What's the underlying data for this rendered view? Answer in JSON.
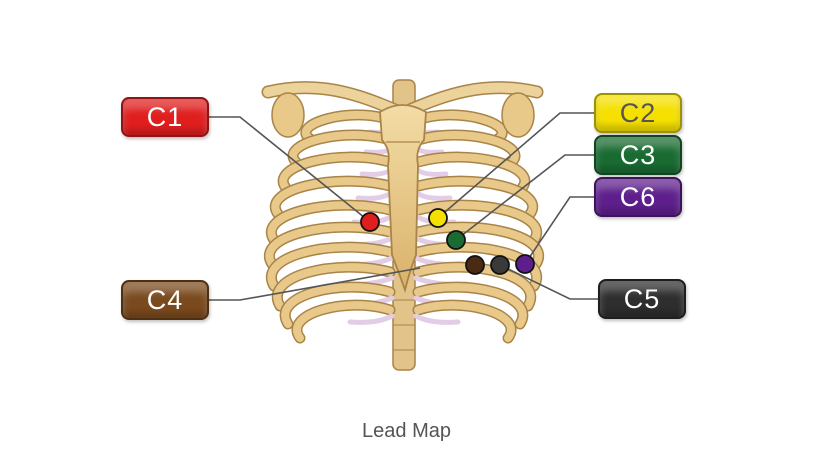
{
  "caption": "Lead Map",
  "leads": [
    {
      "id": "c1",
      "label": "C1",
      "color": "#e01e1e",
      "text_color": "#ffffff"
    },
    {
      "id": "c2",
      "label": "C2",
      "color": "#f5e000",
      "text_color": "#555555"
    },
    {
      "id": "c3",
      "label": "C3",
      "color": "#1a6b32",
      "text_color": "#ffffff"
    },
    {
      "id": "c4",
      "label": "C4",
      "color": "#7a4a1e",
      "text_color": "#ffffff"
    },
    {
      "id": "c5",
      "label": "C5",
      "color": "#2e2e2e",
      "text_color": "#ffffff"
    },
    {
      "id": "c6",
      "label": "C6",
      "color": "#5e1f8c",
      "text_color": "#ffffff"
    }
  ],
  "electrode_colors": {
    "c1": "#e01e1e",
    "c2": "#f5e000",
    "c3": "#1a6b32",
    "c4": "#4a2a10",
    "c5": "#3a3a3a",
    "c6": "#5e1f8c"
  },
  "bone_color": "#e8c98a",
  "cartilage_color": "#e3cde6"
}
